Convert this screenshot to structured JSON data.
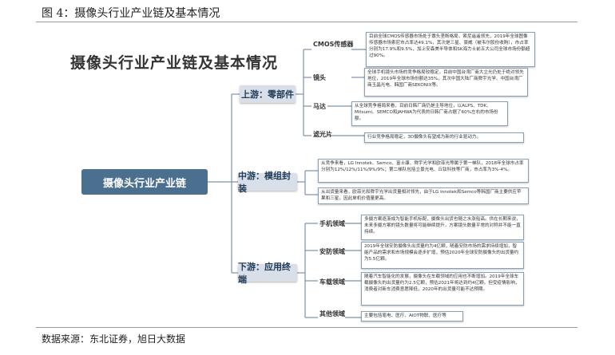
{
  "figure": {
    "title": "图 4：摄像头行业产业链及基本情况",
    "source": "数据来源：东北证券，旭日大数据"
  },
  "diagram": {
    "main_title": "摄像头行业产业链及基本情况",
    "root": "摄像头行业产业链",
    "tiers": [
      {
        "label": "上游：零部件",
        "items": [
          {
            "name": "CMOS传感器",
            "desc": "目前全球CMOS传感器市场处于寡头垄断格局，索尼遥遥领先，2019年全球图像传感器市场索尼市占率达49.1%，其次是三星、豪威（被韦尔股份收购），市占率分别为17.9%和9.5%，加上安森美半导体和SK海力士前五大公司全球市场份额超过90%。"
          },
          {
            "name": "镜头",
            "desc": "全球手机镜头市场的竞争格局较稳定，目前中国台湾厂商大立光仍处于绝对领先地位，2019年全球市场份额达35%，其次中国大陆厂商舜宇光学、中国台湾厂商玉晶光电、韩国厂商SEKONIX等。"
          },
          {
            "name": "马达",
            "desc": "从全球竞争格局来看，目前日韩厂商仍是主导地位，以ALPS、TDK、Mitsumi、SEMCO和JAHWA为代表的日韩厂商占据了60%左右的市场份额。"
          },
          {
            "name": "滤光片",
            "desc": "行业竞争格局稳定，3D摄像头有望成为新的行业驱动力。"
          }
        ]
      },
      {
        "label": "中游：模组封装",
        "items": [
          {
            "name": "",
            "desc": "从竞争来看，LG Innotek、Semco、富士康、舜宇光学和欧菲光等属于第一梯队，2018年全球市占率分别为12%/12%/11%/9%/9%；第二梯队包括立景光电、丘钛科技等厂商，市占率为3%-4%。"
          },
          {
            "name": "",
            "desc": "从出货量来看，欧菲光和舜宇光学出货量相对领先，由于LG Innotek和Semco等韩国厂商主要供应苹果和三星，因此单机价值量更高。"
          }
        ]
      },
      {
        "label": "下游：应用终端",
        "items": [
          {
            "name": "手机领域",
            "desc": "多摄方案逐渐成为智能手机标配，摄像头出货也随之水涨船高。供在长期来说，未来多摄方案的镜头数量将可能继续提升，方案镜头数量平常的对称并不能一直持续。"
          },
          {
            "name": "安防领域",
            "desc": "2019年全球安防摄像头出货量约为4亿颗，随着安防市场的需求持续增加，智能产品的需求和市场规模会逐步扩增，预估2020年全球安防摄像头的出货量约为5.5亿颗。"
          },
          {
            "name": "车载领域",
            "desc": "随着汽车智能化的发展，摄像头在车载领域的应用也不断增加。2019年全球车载摄像头的出货量约为2.5亿颗，预估2021年将达到约4亿颗。但受疫情影响，消费者对新车消费意愿降低，2020年的出货量可能不达预期。"
          },
          {
            "name": "其他领域",
            "desc": "主要包括笔电、医疗、AIOT物联、医疗等"
          }
        ]
      }
    ]
  }
}
